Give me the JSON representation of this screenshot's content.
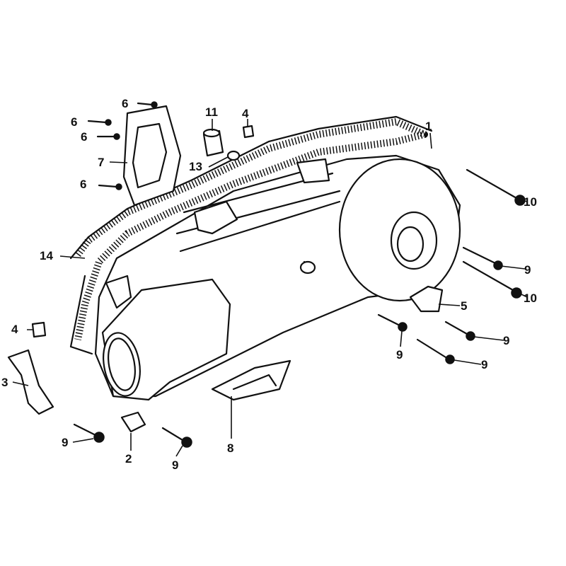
{
  "diagram": {
    "title": "Left crankcase cover exploded parts diagram",
    "callouts": [
      {
        "id": "c6a",
        "label": "6"
      },
      {
        "id": "c6b",
        "label": "6"
      },
      {
        "id": "c6c",
        "label": "6"
      },
      {
        "id": "c7",
        "label": "7"
      },
      {
        "id": "c6d",
        "label": "6"
      },
      {
        "id": "c11",
        "label": "11"
      },
      {
        "id": "c4a",
        "label": "4"
      },
      {
        "id": "c13",
        "label": "13"
      },
      {
        "id": "c1",
        "label": "1"
      },
      {
        "id": "c10a",
        "label": "10"
      },
      {
        "id": "c14",
        "label": "14"
      },
      {
        "id": "c9a",
        "label": "9"
      },
      {
        "id": "c10b",
        "label": "10"
      },
      {
        "id": "c5",
        "label": "5"
      },
      {
        "id": "c9b",
        "label": "9"
      },
      {
        "id": "c9c",
        "label": "9"
      },
      {
        "id": "c9d",
        "label": "9"
      },
      {
        "id": "c4b",
        "label": "4"
      },
      {
        "id": "c3",
        "label": "3"
      },
      {
        "id": "c9e",
        "label": "9"
      },
      {
        "id": "c2",
        "label": "2"
      },
      {
        "id": "c9f",
        "label": "9"
      },
      {
        "id": "c8",
        "label": "8"
      }
    ]
  }
}
